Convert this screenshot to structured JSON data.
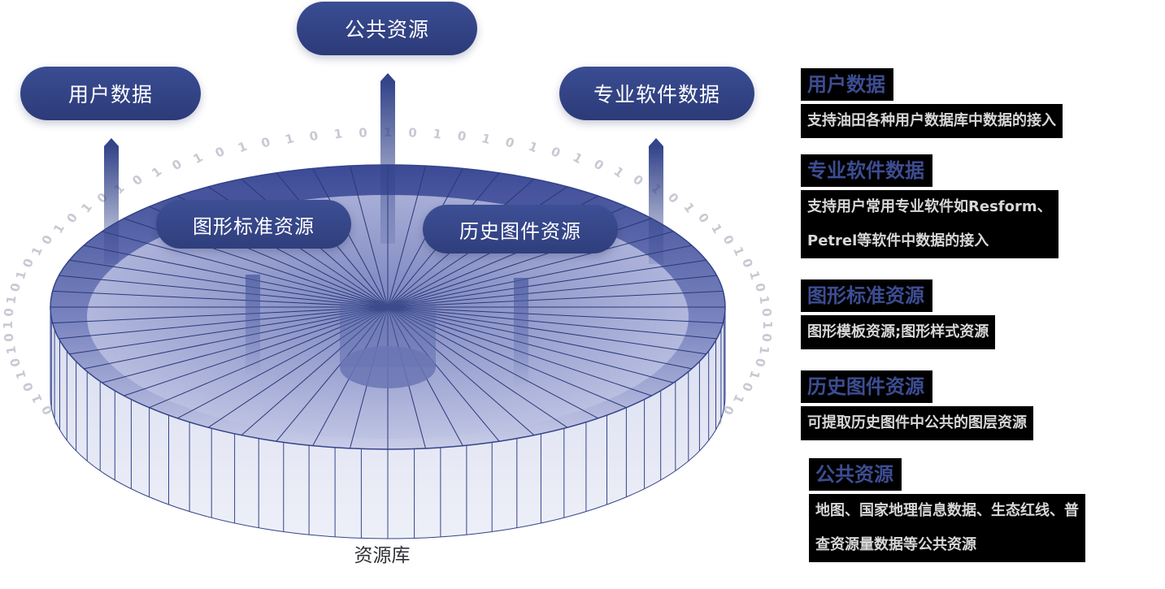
{
  "nodes": {
    "public": "公共资源",
    "user": "用户数据",
    "software": "专业软件数据",
    "graphic": "图形标准资源",
    "history": "历史图件资源"
  },
  "database_label": "资源库",
  "binary_ring": "1010",
  "colors": {
    "primary": "#34448a",
    "disk_top": "#5c6aaa",
    "disk_side": "#e6e8f4",
    "text_title": "#3d4d92",
    "binary": "#c7c9d2"
  },
  "legend": [
    {
      "title": "用户数据",
      "desc": [
        "支持油田各种用户数据库中数据的接入"
      ]
    },
    {
      "title": "专业软件数据",
      "desc": [
        "支持用户常用专业软件如Resform、",
        "Petrel等软件中数据的接入"
      ]
    },
    {
      "title": "图形标准资源",
      "desc": [
        "图形模板资源;图形样式资源"
      ]
    },
    {
      "title": "历史图件资源",
      "desc": [
        "可提取历史图件中公共的图层资源"
      ]
    },
    {
      "title": "公共资源",
      "desc": [
        "地图、国家地理信息数据、生态红线、普",
        "查资源量数据等公共资源"
      ]
    }
  ]
}
